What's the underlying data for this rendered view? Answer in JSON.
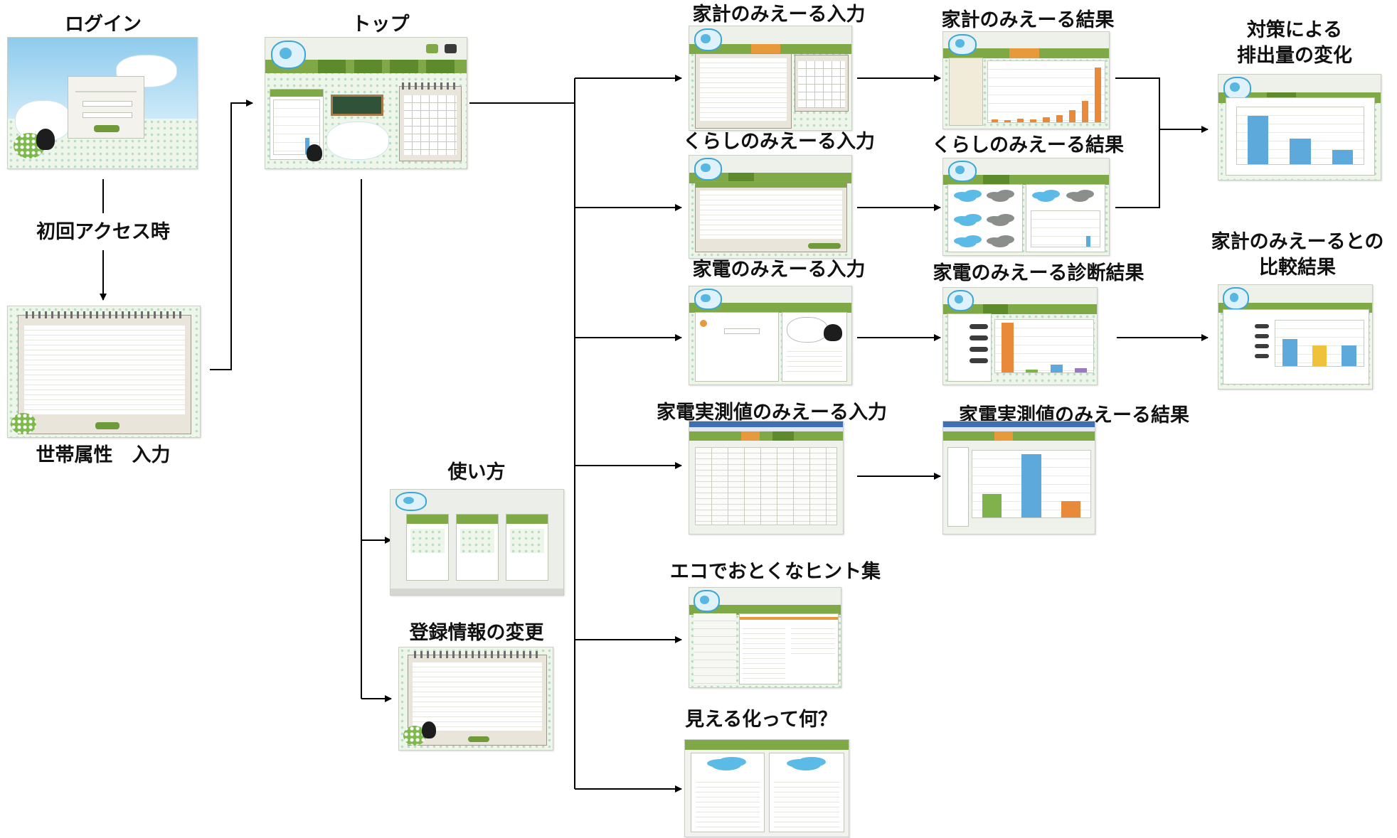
{
  "labels": {
    "login": "ログイン",
    "first_access": "初回アクセス時",
    "household": "世帯属性　入力",
    "top": "トップ",
    "howto": "使い方",
    "register_change": "登録情報の変更",
    "kakei_input": "家計のみえーる入力",
    "kakei_result": "家計のみえーる結果",
    "kurashi_input": "くらしのみえーる入力",
    "kurashi_result": "くらしのみえーる結果",
    "kaden_input": "家電のみえーる入力",
    "kaden_result": "家電のみえーる診断結果",
    "jissoku_input": "家電実測値のみえーる入力",
    "jissoku_result": "家電実測値のみえーる結果",
    "eco_hints": "エコでおとくなヒント集",
    "mieru_what": "見える化って何？",
    "taisaku_line1": "対策による",
    "taisaku_line2": "排出量の変化",
    "compare_line1": "家計のみえーるとの",
    "compare_line2": "比較結果"
  },
  "colors": {
    "nav_green": "#7fa847",
    "nav_dark_green": "#5d8a2a",
    "accent_orange": "#e69a3c",
    "sky_blue": "#5bbbe6",
    "connector": "#000000"
  },
  "chart_data": [
    {
      "type": "bar",
      "screen": "家計のみえーる結果",
      "values": [
        0.05,
        0.04,
        0.06,
        0.05,
        0.08,
        0.12,
        0.2,
        0.35,
        0.9
      ]
    },
    {
      "type": "bar",
      "screen": "対策による排出量の変化",
      "values": [
        0.85,
        0.45,
        0.25
      ]
    },
    {
      "type": "bar",
      "screen": "家電のみえーる診断結果",
      "values": [
        0.95,
        0.05,
        0.15,
        0.08
      ]
    },
    {
      "type": "bar",
      "screen": "家計のみえーるとの比較結果",
      "values": [
        0.6,
        0.45,
        0.45
      ]
    },
    {
      "type": "bar",
      "screen": "家電実測値のみえーる結果",
      "values": [
        0.35,
        0.95,
        0.25
      ]
    }
  ]
}
